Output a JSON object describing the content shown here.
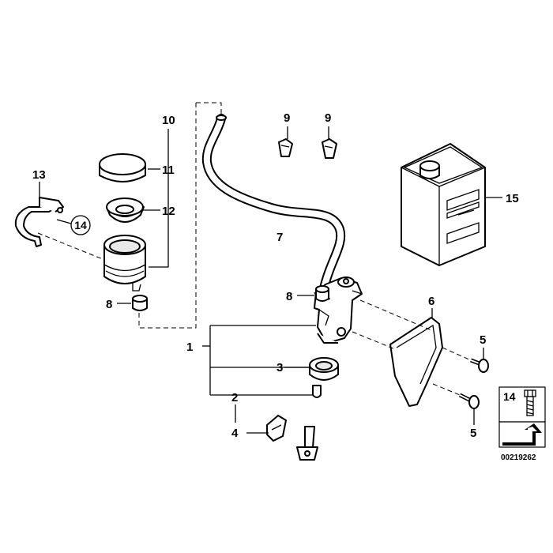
{
  "parts": {
    "p1": "1",
    "p2": "2",
    "p3": "3",
    "p4": "4",
    "p5a": "5",
    "p5b": "5",
    "p6": "6",
    "p7": "7",
    "p8a": "8",
    "p8b": "8",
    "p9a": "9",
    "p9b": "9",
    "p10": "10",
    "p11": "11",
    "p12": "12",
    "p13": "13",
    "p14a": "14",
    "p14b": "14",
    "p15": "15"
  },
  "diagram_code": "00219262"
}
